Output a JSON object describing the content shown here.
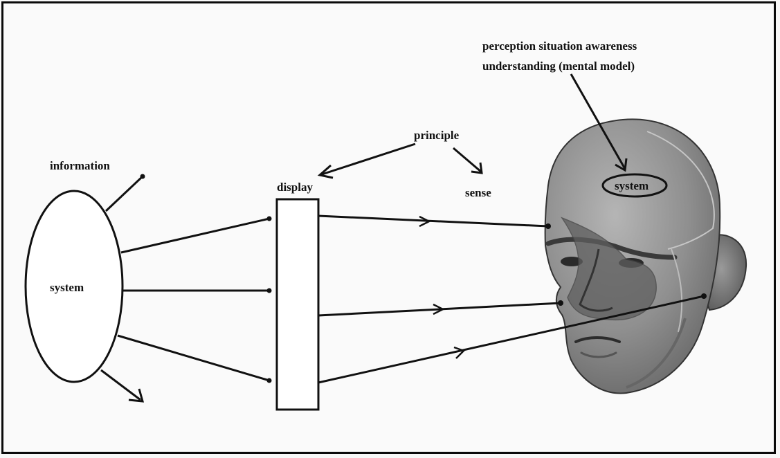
{
  "diagram": {
    "labels": {
      "information": "information",
      "system_left": "system",
      "display": "display",
      "principle": "principle",
      "sense": "sense",
      "head_caption_line1": "perception situation awareness",
      "head_caption_line2": "understanding (mental model)",
      "system_head": "system"
    },
    "colors": {
      "line": "#111111",
      "skin": "#8f8f8f",
      "skin_shadow": "#6a6a6a",
      "skin_highlight": "#b2b2b2",
      "visor": "#5e5e5e",
      "frame": "#0a0a0a"
    }
  }
}
